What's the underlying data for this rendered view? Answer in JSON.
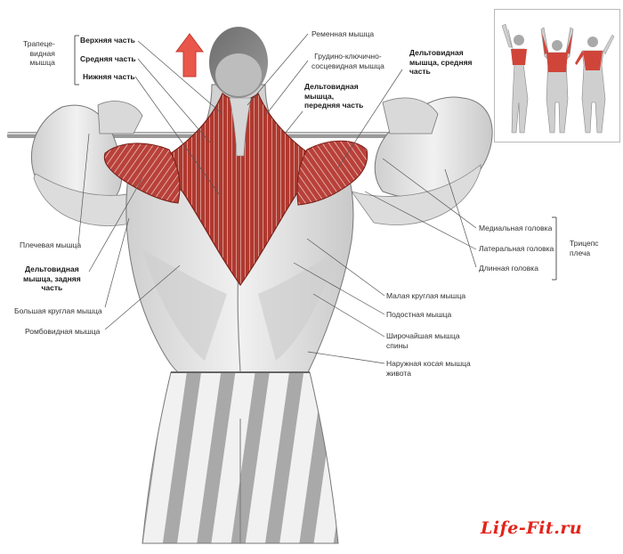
{
  "labels": {
    "trapezius": "Трапеце-\nвидная\nмышца",
    "trap_upper": "Верхняя часть",
    "trap_middle": "Средняя часть",
    "trap_lower": "Нижняя часть",
    "splenius": "Ременная мышца",
    "sternocleido": "Грудино-ключично-\nсосцевидная мышца",
    "delt_middle": "Дельтовидная\nмышца, средняя\nчасть",
    "delt_front": "Дельтовидная\nмышца,\nпередняя часть",
    "brachialis": "Плечевая мышца",
    "delt_rear": "Дельтовидная\nмышца, задняя\nчасть",
    "teres_major": "Большая круглая мышца",
    "rhomboid": "Ромбовидная мышца",
    "tri_medial": "Медиальная головка",
    "tri_lateral": "Латеральная головка",
    "tri_long": "Длинная головка",
    "triceps": "Трицепс\nплеча",
    "teres_minor": "Малая круглая мышца",
    "infraspinatus": "Подостная мышца",
    "lats": "Широчайшая мышца\nспины",
    "obliques": "Наружная косая мышца\nживота"
  },
  "watermark": "Life-Fit.ru",
  "colors": {
    "muscle_highlight": "#b8413a",
    "muscle_dark": "#7a2018",
    "arrow": "#e8574a",
    "leader_line": "#555555",
    "watermark": "#e2231a"
  },
  "icons": {
    "direction_arrow": "up-arrow-icon",
    "inset": "muscle-figures-thumbnail"
  }
}
